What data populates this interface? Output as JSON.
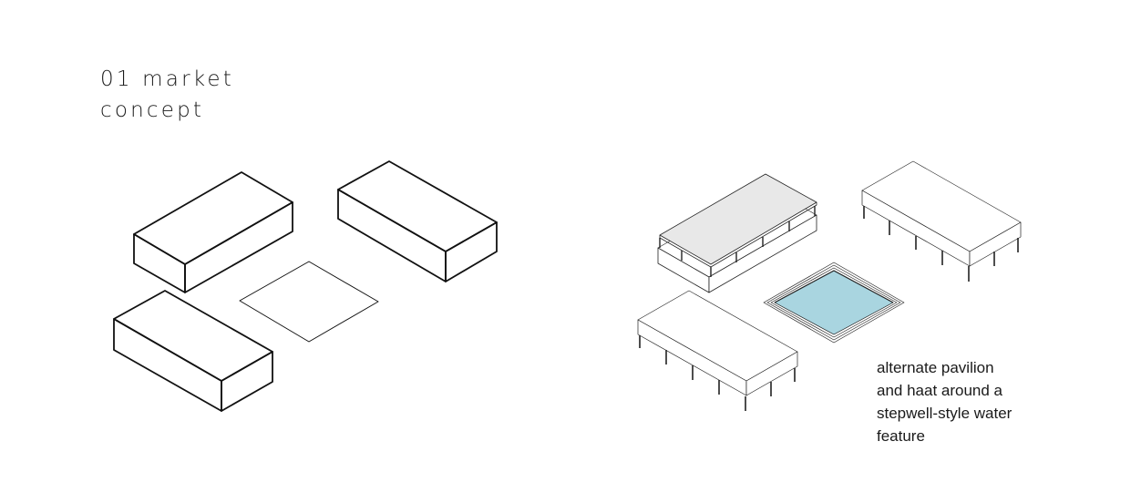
{
  "title": {
    "line1": "01 market",
    "line2": "concept"
  },
  "caption": {
    "line1": "alternate pavilion",
    "line2": "and haat around a",
    "line3": "stepwell-style water",
    "line4": "feature"
  },
  "colors": {
    "water": "#a9d5e0",
    "pavilion_roof": "#e8e8e8",
    "line": "#111111",
    "background": "#ffffff"
  }
}
